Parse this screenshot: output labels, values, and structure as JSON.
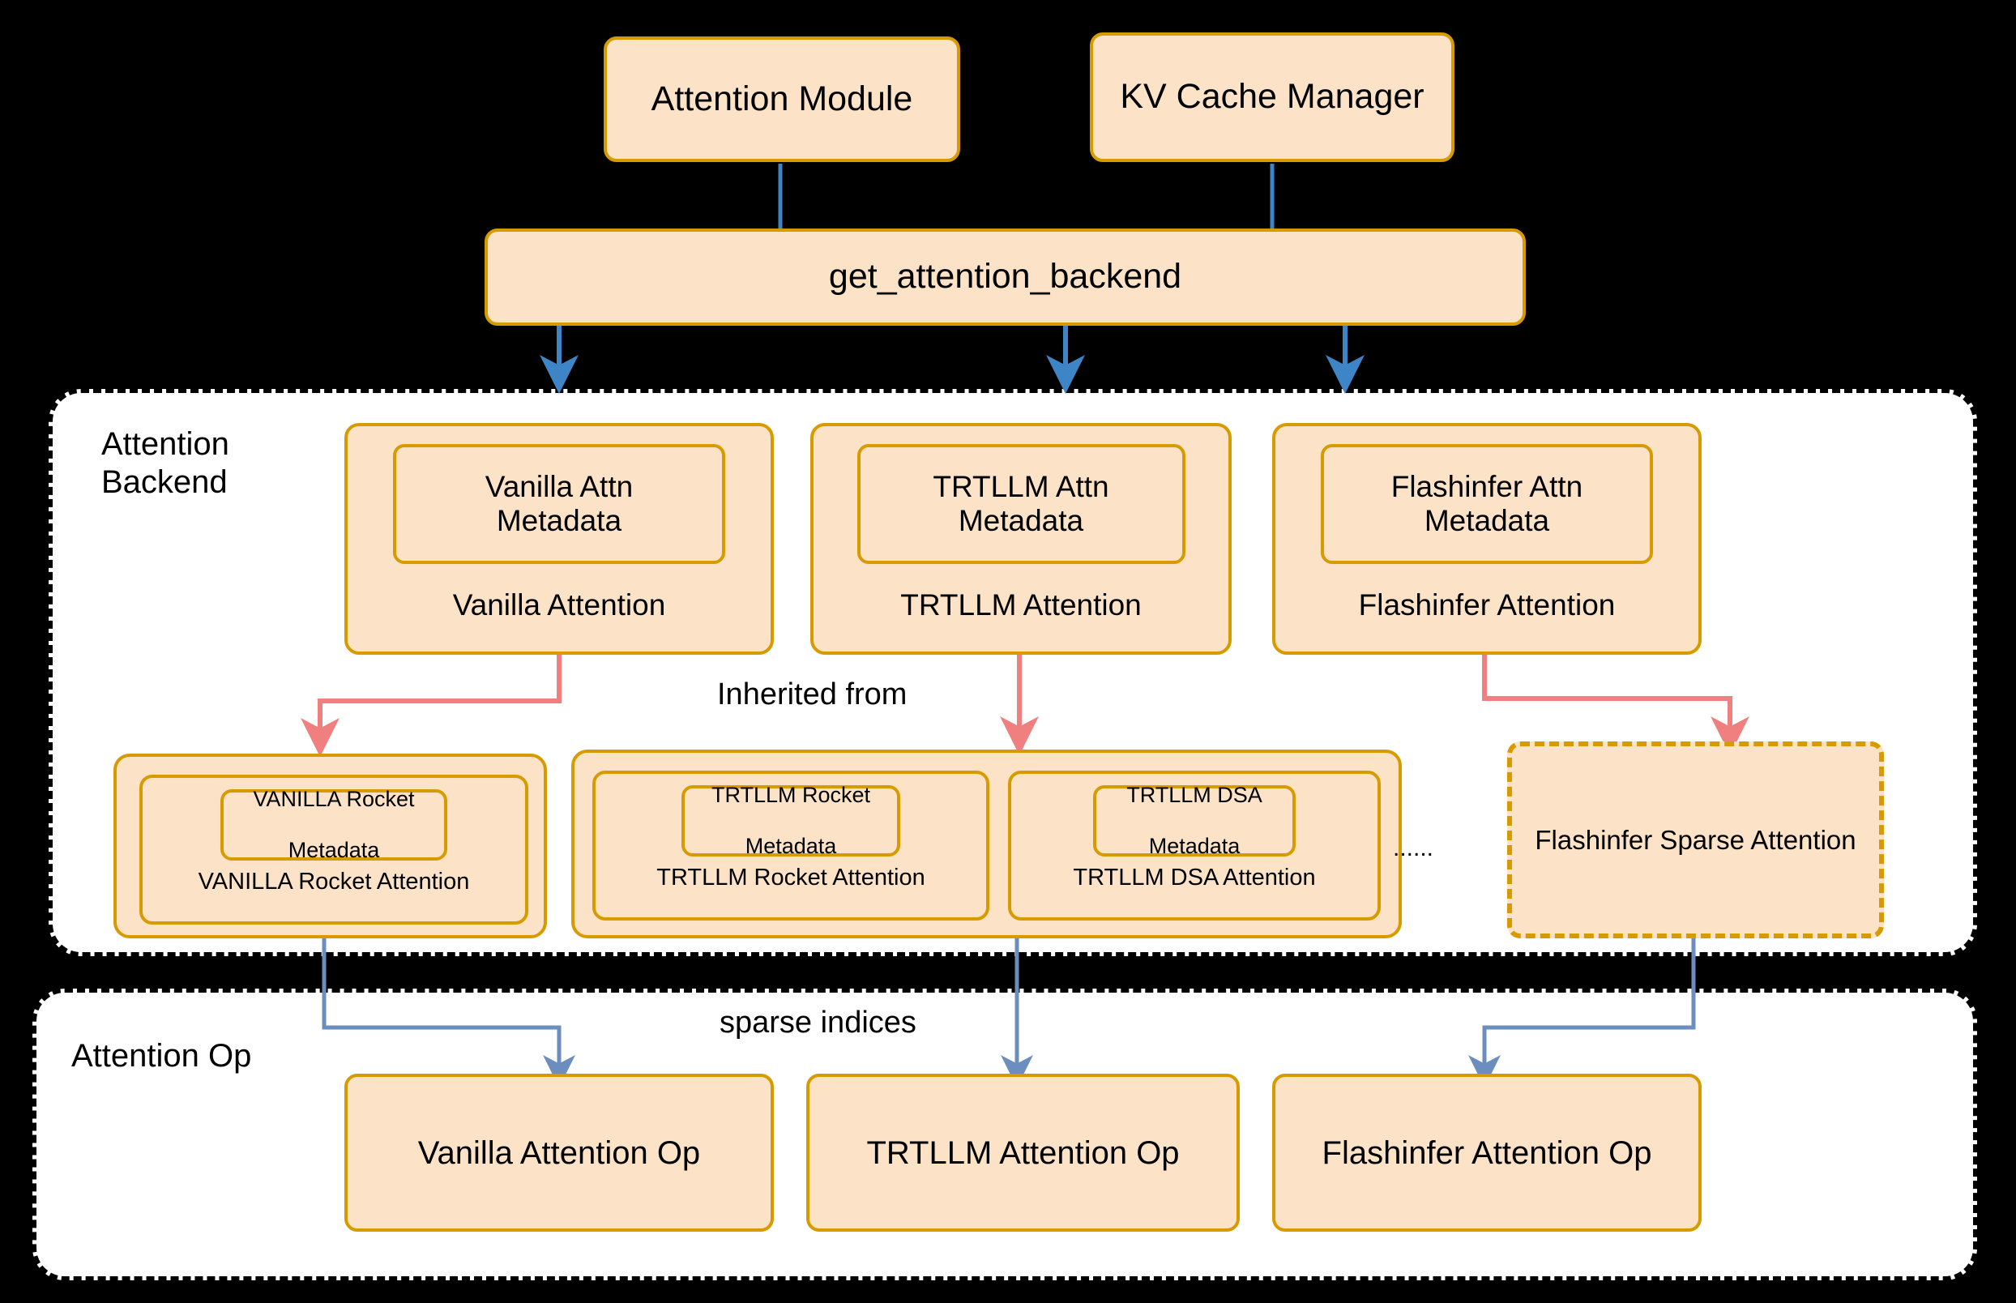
{
  "diagram": {
    "title": "Attention backend architecture",
    "colors": {
      "box_fill": "#fce3c7",
      "box_border": "#d79b00",
      "blue_arrow": "#3d85c6",
      "blue_line_muted": "#6c8ebf",
      "red_arrow": "#f08080",
      "background": "#000000",
      "region_fill": "#ffffff"
    }
  },
  "top": {
    "attention_module": "Attention Module",
    "kv_cache_manager": "KV Cache Manager",
    "dispatcher": "get_attention_backend"
  },
  "regions": {
    "backend_label": "Attention\nBackend",
    "op_label": "Attention Op"
  },
  "edge_labels": {
    "inherited_from": "Inherited from",
    "sparse_indices": "sparse indices"
  },
  "backends": [
    {
      "metadata": "Vanilla Attn\nMetadata",
      "caption": "Vanilla Attention"
    },
    {
      "metadata": "TRTLLM Attn\nMetadata",
      "caption": "TRTLLM Attention"
    },
    {
      "metadata": "Flashinfer Attn\nMetadata",
      "caption": "Flashinfer Attention"
    }
  ],
  "sparse_backends": {
    "vanilla_group": [
      {
        "metadata": "VANILLA Rocket\n\nMetadata",
        "caption": "VANILLA Rocket Attention"
      }
    ],
    "trtllm_group": [
      {
        "metadata": "TRTLLM Rocket\n\nMetadata",
        "caption": "TRTLLM Rocket Attention"
      },
      {
        "metadata": "TRTLLM DSA\n\nMetadata",
        "caption": "TRTLLM DSA Attention"
      }
    ],
    "trtllm_group_ellipsis": "......",
    "flashinfer_sparse": "Flashinfer Sparse Attention"
  },
  "ops": [
    "Vanilla Attention Op",
    "TRTLLM Attention Op",
    "Flashinfer Attention Op"
  ]
}
